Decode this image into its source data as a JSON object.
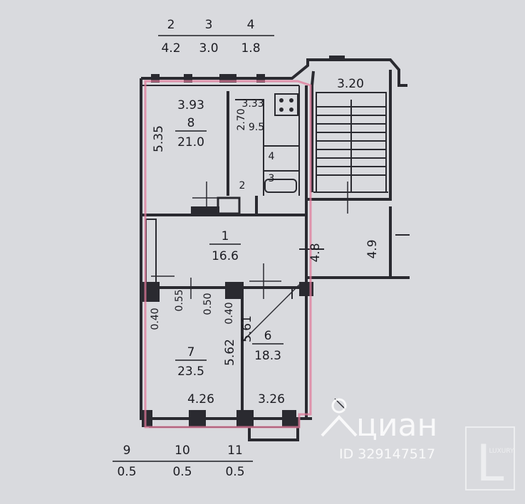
{
  "summary_top": [
    {
      "num": "2",
      "area": "4.2"
    },
    {
      "num": "3",
      "area": "3.0"
    },
    {
      "num": "4",
      "area": "1.8"
    }
  ],
  "summary_bottom": [
    {
      "num": "9",
      "area": "0.5"
    },
    {
      "num": "10",
      "area": "0.5"
    },
    {
      "num": "11",
      "area": "0.5"
    }
  ],
  "rooms": {
    "r8": {
      "num": "8",
      "area": "21.0",
      "width": "3.93",
      "length": "5.35"
    },
    "kitchen": {
      "width": "3.33",
      "length": "2.70",
      "area": "9.5"
    },
    "r4": {
      "num": "4"
    },
    "r3": {
      "num": "3"
    },
    "r2": {
      "num": "2"
    },
    "r1": {
      "num": "1",
      "area": "16.6",
      "dim_a": "4.8",
      "dim_b": "4.9"
    },
    "r7": {
      "num": "7",
      "area": "23.5",
      "width": "4.26",
      "length": "5.62"
    },
    "r6": {
      "num": "6",
      "area": "18.3",
      "width": "3.26",
      "length": "5.61"
    },
    "stair": {
      "width": "3.20"
    }
  },
  "wall_dims": {
    "d1": "0.40",
    "d2": "0.55",
    "d3": "0.50",
    "d4": "0.40"
  },
  "watermark": {
    "brand": "циан",
    "id": "ID 329147517",
    "logo_letter": "L",
    "logo_text": "LUXURY"
  }
}
